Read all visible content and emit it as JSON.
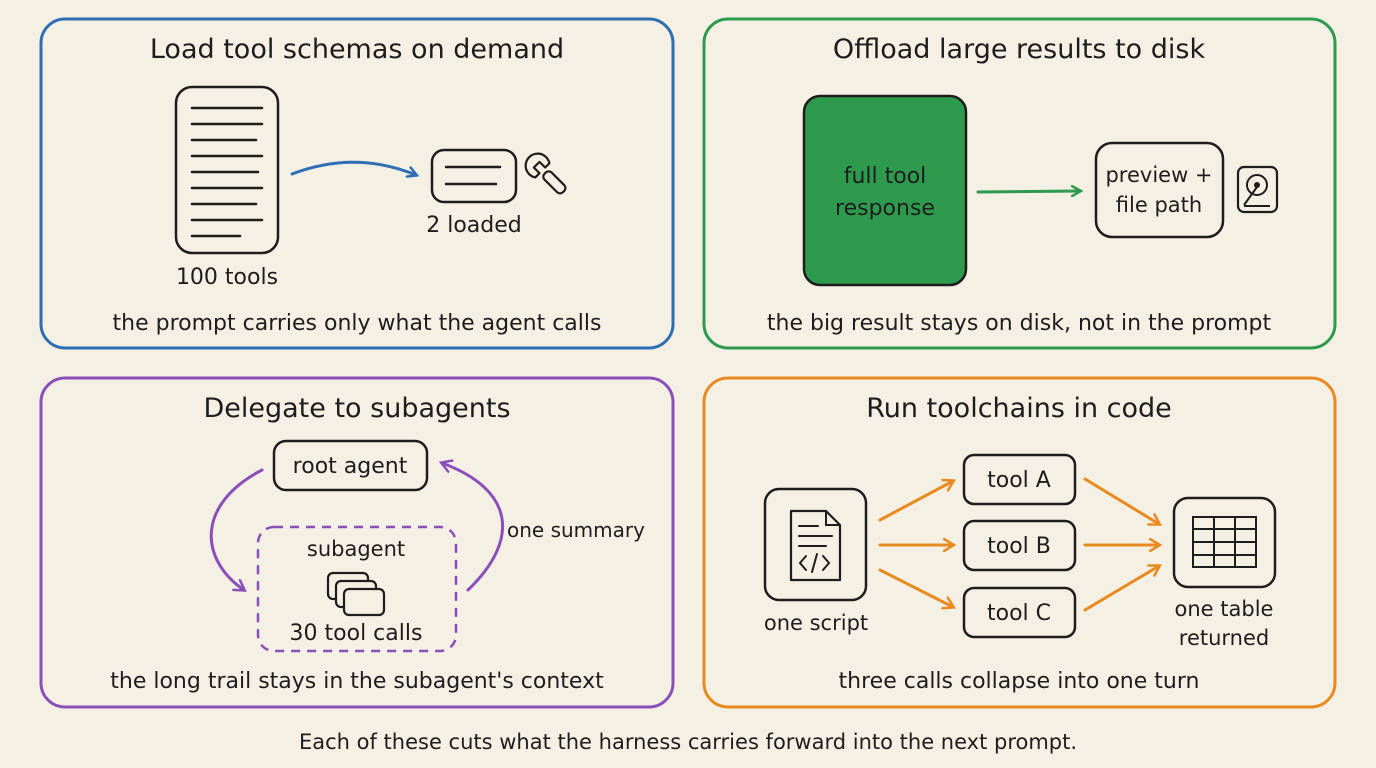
{
  "panels": {
    "load": {
      "title": "Load tool schemas on demand",
      "caption": "the prompt carries only what the agent calls",
      "left_label": "100 tools",
      "right_label": "2 loaded",
      "color": "#2f6db5"
    },
    "offload": {
      "title": "Offload large results to disk",
      "caption": "the big result stays on disk, not in the prompt",
      "big_box_line1": "full tool",
      "big_box_line2": "response",
      "small_box_line1": "preview +",
      "small_box_line2": "file path",
      "color": "#2e9a4e",
      "fill": "#2e9a4e"
    },
    "delegate": {
      "title": "Delegate to subagents",
      "caption": "the long trail stays in the subagent's context",
      "root_label": "root agent",
      "subagent_label": "subagent",
      "calls_label": "30 tool calls",
      "return_label": "one summary",
      "color": "#8a4fb8"
    },
    "code": {
      "title": "Run toolchains in code",
      "caption": "three calls collapse into one turn",
      "script_label": "one script",
      "tools": [
        "tool A",
        "tool B",
        "tool C"
      ],
      "result_line1": "one table",
      "result_line2": "returned",
      "color": "#e88a1f"
    }
  },
  "footer": "Each of these cuts what the harness carries forward into the next prompt."
}
